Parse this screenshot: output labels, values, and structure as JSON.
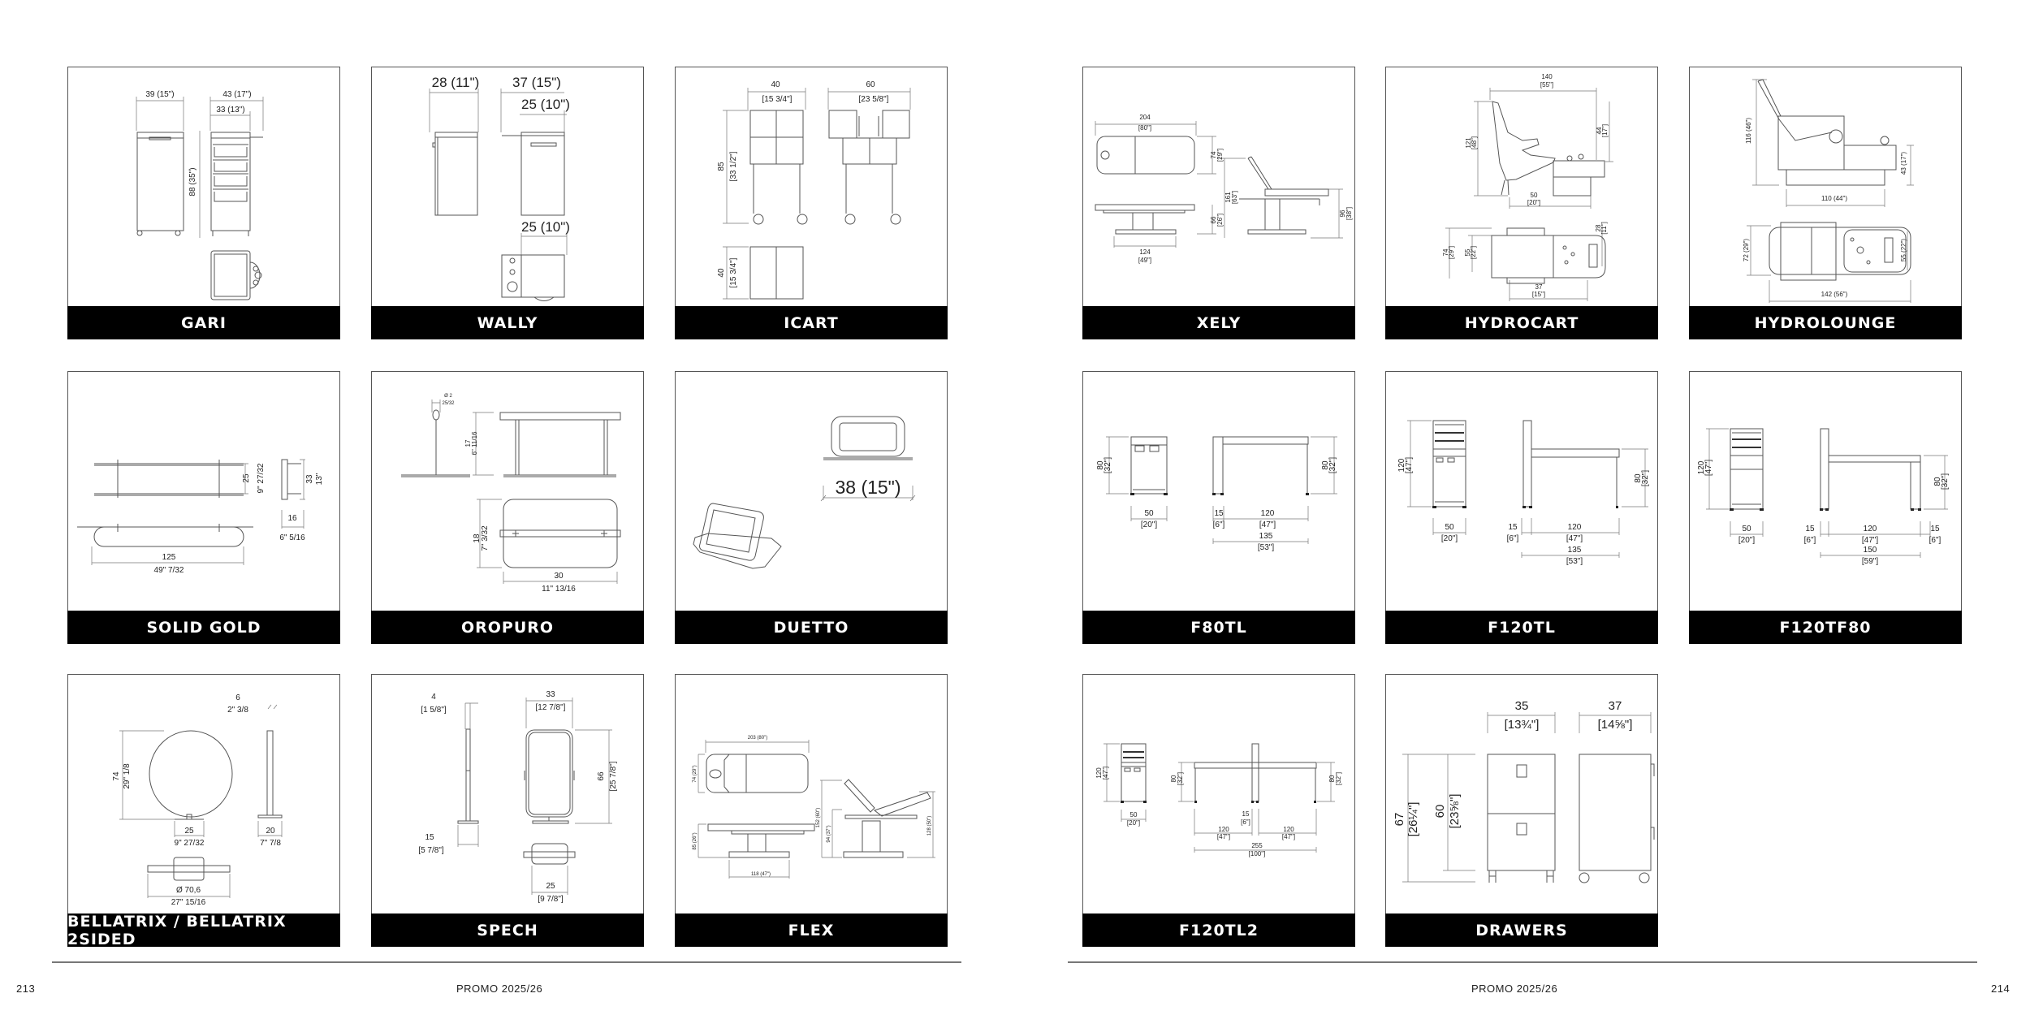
{
  "footer": {
    "left_page": "213",
    "right_page": "214",
    "left_title": "PROMO 2025/26",
    "right_title": "PROMO 2025/26"
  },
  "panels": {
    "gari": {
      "title": "GARI",
      "dims": [
        "39 (15\")",
        "43 (17\")",
        "33 (13\")",
        "88 (35\")"
      ]
    },
    "wally": {
      "title": "WALLY",
      "dims": [
        "28 (11\")",
        "37 (15\")",
        "25 (10\")",
        "25 (10\")"
      ]
    },
    "icart": {
      "title": "ICART",
      "dims": [
        "40",
        "[15 3/4\"]",
        "60",
        "[23 5/8\"]",
        "85",
        "[33 1/2\"]",
        "40",
        "[15 3/4\"]"
      ]
    },
    "xely": {
      "title": "XELY",
      "dims": [
        "204",
        "[80\"]",
        "74",
        "[29\"]",
        "161",
        "[63\"]",
        "66",
        "[26\"]",
        "96",
        "[38\"]",
        "124",
        "[49\"]"
      ]
    },
    "hydrocart": {
      "title": "HYDROCART",
      "dims": [
        "140",
        "[55\"]",
        "121",
        "[48\"]",
        "44",
        "[17\"]",
        "50",
        "[20\"]",
        "74",
        "[29\"]",
        "55",
        "[22\"]",
        "28",
        "[11\"]",
        "37",
        "[15\"]"
      ]
    },
    "hydrolounge": {
      "title": "HYDROLOUNGE",
      "dims": [
        "116 (46\")",
        "43 (17\")",
        "110 (44\")",
        "72 (29\")",
        "55 (22\")",
        "142 (56\")"
      ]
    },
    "solid_gold": {
      "title": "SOLID GOLD",
      "dims": [
        "25",
        "9\" 27/32",
        "33",
        "13\"",
        "16",
        "6\" 5/16",
        "125",
        "49\" 7/32"
      ]
    },
    "oropuro": {
      "title": "OROPURO",
      "dims": [
        "Ø 2",
        "25/32",
        "17",
        "6\" 11/16",
        "18",
        "7\" 3/32",
        "30",
        "11\" 13/16"
      ]
    },
    "duetto": {
      "title": "DUETTO",
      "dims": [
        "38  (15\")"
      ]
    },
    "f80tl": {
      "title": "F80TL",
      "dims": [
        "80",
        "[32\"]",
        "80",
        "[32\"]",
        "50",
        "[20\"]",
        "15",
        "[6\"]",
        "120",
        "[47\"]",
        "135",
        "[53\"]"
      ]
    },
    "f120tl": {
      "title": "F120TL",
      "dims": [
        "120",
        "[47\"]",
        "80",
        "[32\"]",
        "50",
        "[20\"]",
        "15",
        "[6\"]",
        "120",
        "[47\"]",
        "135",
        "[53\"]"
      ]
    },
    "f120tf80": {
      "title": "F120TF80",
      "dims": [
        "120",
        "[47\"]",
        "80",
        "[32\"]",
        "50",
        "[20\"]",
        "15",
        "[6\"]",
        "120",
        "[47\"]",
        "15",
        "[6\"]",
        "150",
        "[59\"]"
      ]
    },
    "bellatrix": {
      "title": "BELLATRIX / BELLATRIX 2SIDED",
      "dims": [
        "6",
        "2\" 3/8",
        "74",
        "29\" 1/8",
        "25",
        "9\" 27/32",
        "20",
        "7\" 7/8",
        "Ø 70,6",
        "27\" 15/16"
      ]
    },
    "spech": {
      "title": "SPECH",
      "dims": [
        "4",
        "[1 5/8\"]",
        "33",
        "[12 7/8\"]",
        "66",
        "[25 7/8\"]",
        "15",
        "[5 7/8\"]",
        "25",
        "[9 7/8\"]"
      ]
    },
    "flex": {
      "title": "FLEX",
      "dims": [
        "203 (80\")",
        "74 (29\")",
        "85 (26\")",
        "118 (47\")",
        "152 (60\")",
        "94 (37\")",
        "128 (50\")"
      ]
    },
    "f120tl2": {
      "title": "F120TL2",
      "dims": [
        "120",
        "[47\"]",
        "80",
        "[32\"]",
        "80",
        "[32\"]",
        "50",
        "[20\"]",
        "15",
        "[6\"]",
        "120",
        "[47\"]",
        "120",
        "[47\"]",
        "255",
        "[100\"]"
      ]
    },
    "drawers": {
      "title": "DRAWERS",
      "dims": [
        "35",
        "[13¾\"]",
        "37",
        "[14⅝\"]",
        "67",
        "[26¼\"]",
        "60",
        "[23⅝\"]"
      ]
    }
  }
}
